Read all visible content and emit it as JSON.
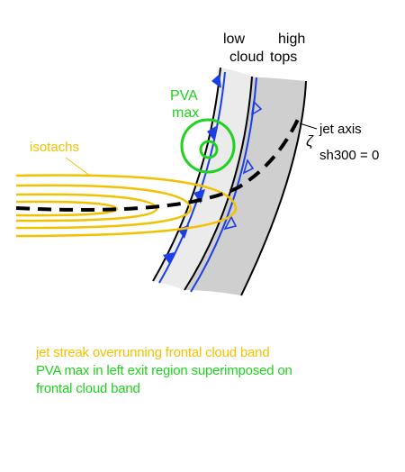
{
  "labels": {
    "low": "low",
    "high": "high",
    "cloud": "cloud",
    "tops": "tops",
    "pva": "PVA",
    "max": "max",
    "jet_axis": "jet axis",
    "zeta": "ζ",
    "sh300": "sh300 = 0",
    "isotachs": "isotachs"
  },
  "captions": {
    "line1": "jet streak overrunning frontal cloud band",
    "line2": "PVA max in left exit region superimposed on",
    "line3": "frontal cloud band"
  },
  "colors": {
    "isotachs": "#f2c200",
    "pva": "#1fd21f",
    "front": "#1a3fe6",
    "jet": "#000000",
    "low_cloud": "#ebebeb",
    "high_cloud": "#cfcfcf",
    "caption_jet": "#f2c200",
    "caption_pva": "#1fd21f"
  }
}
